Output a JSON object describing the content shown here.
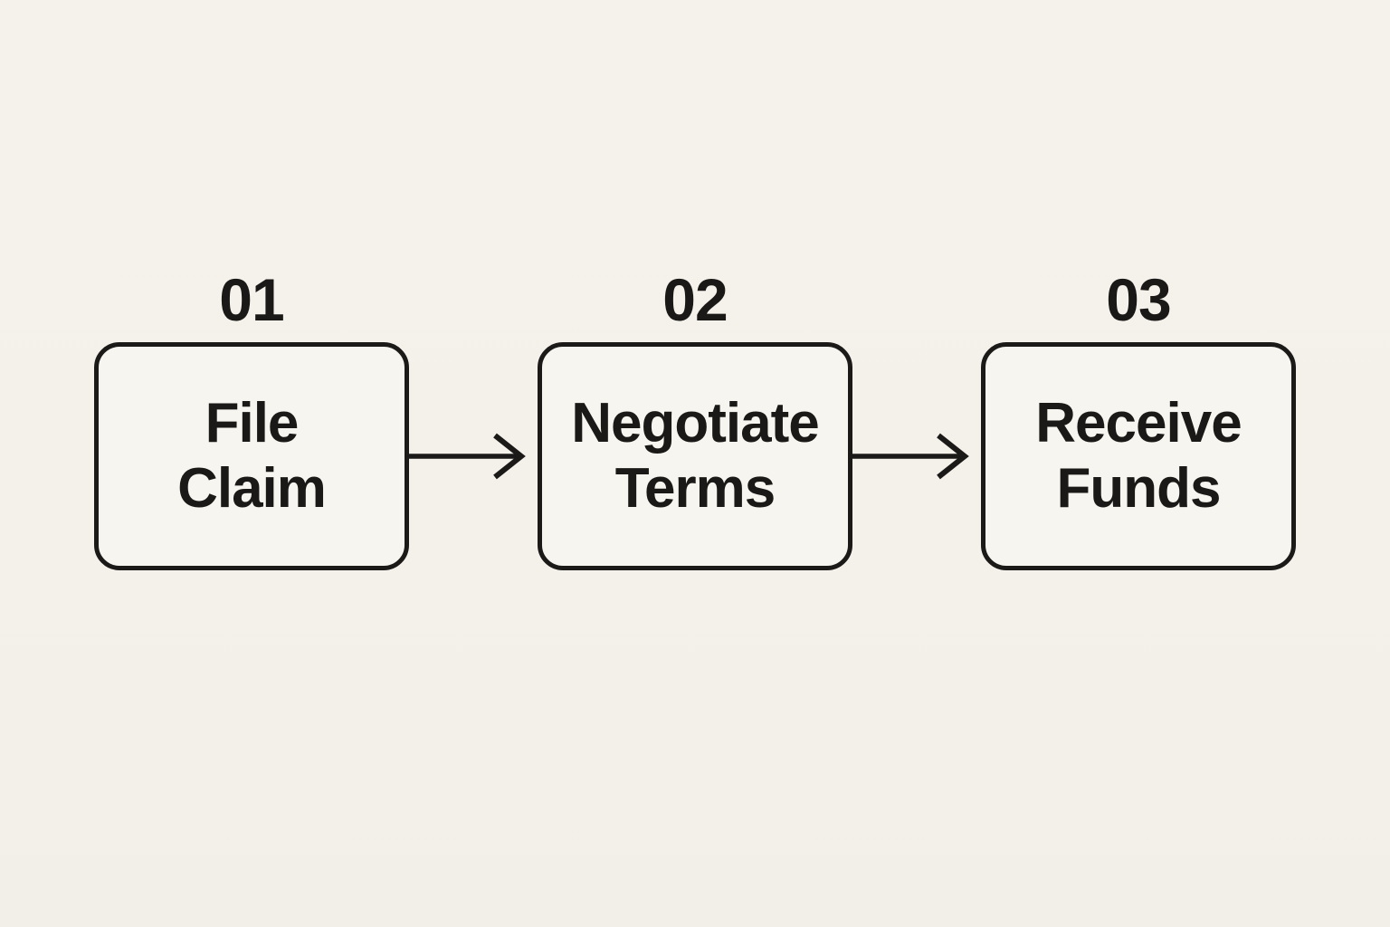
{
  "diagram": {
    "type": "flowchart",
    "direction": "left-to-right",
    "steps": [
      {
        "number": "01",
        "label": "File Claim",
        "lines": [
          "File",
          "Claim"
        ]
      },
      {
        "number": "02",
        "label": "Negotiate Terms",
        "lines": [
          "Negotiate",
          "Terms"
        ]
      },
      {
        "number": "03",
        "label": "Receive Funds",
        "lines": [
          "Receive",
          "Funds"
        ]
      }
    ],
    "connectors": [
      {
        "from": "01",
        "to": "02",
        "type": "arrow-right"
      },
      {
        "from": "02",
        "to": "03",
        "type": "arrow-right"
      }
    ],
    "colors": {
      "background": "#f4f1ea",
      "box_fill": "#f7f5ef",
      "stroke": "#1b1a18",
      "text": "#1a1917"
    }
  }
}
